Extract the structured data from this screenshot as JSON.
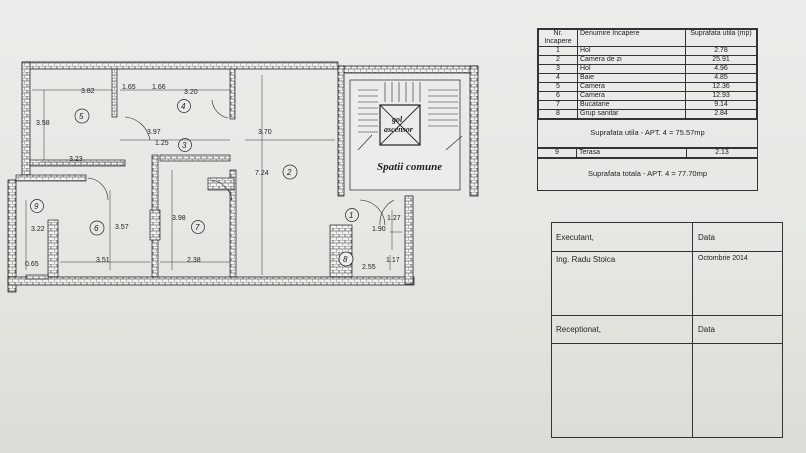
{
  "plan": {
    "labels": {
      "gol_line1": "gol",
      "gol_line2": "ascensor",
      "common": "Spatii comune"
    },
    "room_numbers": [
      "1",
      "2",
      "3",
      "4",
      "5",
      "6",
      "7",
      "8",
      "9"
    ],
    "dimensions": [
      "3.82",
      "1.65",
      "1.66",
      "3.20",
      "3.58",
      "3.97",
      "3.70",
      "1.25",
      "3.23",
      "7.24",
      "3.22",
      "3.57",
      "3.98",
      "0.65",
      "3.51",
      "2.38",
      "1.27",
      "1.90",
      "1.17",
      "2.55"
    ]
  },
  "schedule": {
    "headers": {
      "nr": "Nr. Incapere",
      "name": "Denumire Incapere",
      "area": "Suprafata utila (mp)"
    },
    "rooms": [
      {
        "nr": "1",
        "name": "Hol",
        "area": "2.78"
      },
      {
        "nr": "2",
        "name": "Camera de zi",
        "area": "25.91"
      },
      {
        "nr": "3",
        "name": "Hol",
        "area": "4.96"
      },
      {
        "nr": "4",
        "name": "Baie",
        "area": "4.85"
      },
      {
        "nr": "5",
        "name": "Camera",
        "area": "12.36"
      },
      {
        "nr": "6",
        "name": "Camera",
        "area": "12.93"
      },
      {
        "nr": "7",
        "name": "Bucatarie",
        "area": "9.14"
      },
      {
        "nr": "8",
        "name": "Grup sanitar",
        "area": "2.84"
      }
    ],
    "useful_total": "Suprafata utila - APT. 4 = 75.57mp",
    "terrace": {
      "nr": "9",
      "name": "Terasa",
      "area": "2.13"
    },
    "grand_total": "Suprafata totala - APT. 4 = 77.70mp"
  },
  "signatures": {
    "executant_label": "Executant,",
    "executant_date_label": "Data",
    "executant_name": "Ing. Radu Stoica",
    "executant_date": "Octombrie 2014",
    "receptionat_label": "Receptionat,",
    "receptionat_date_label": "Data"
  },
  "colors": {
    "ink": "#222222",
    "paper": "#e6e7e2"
  }
}
